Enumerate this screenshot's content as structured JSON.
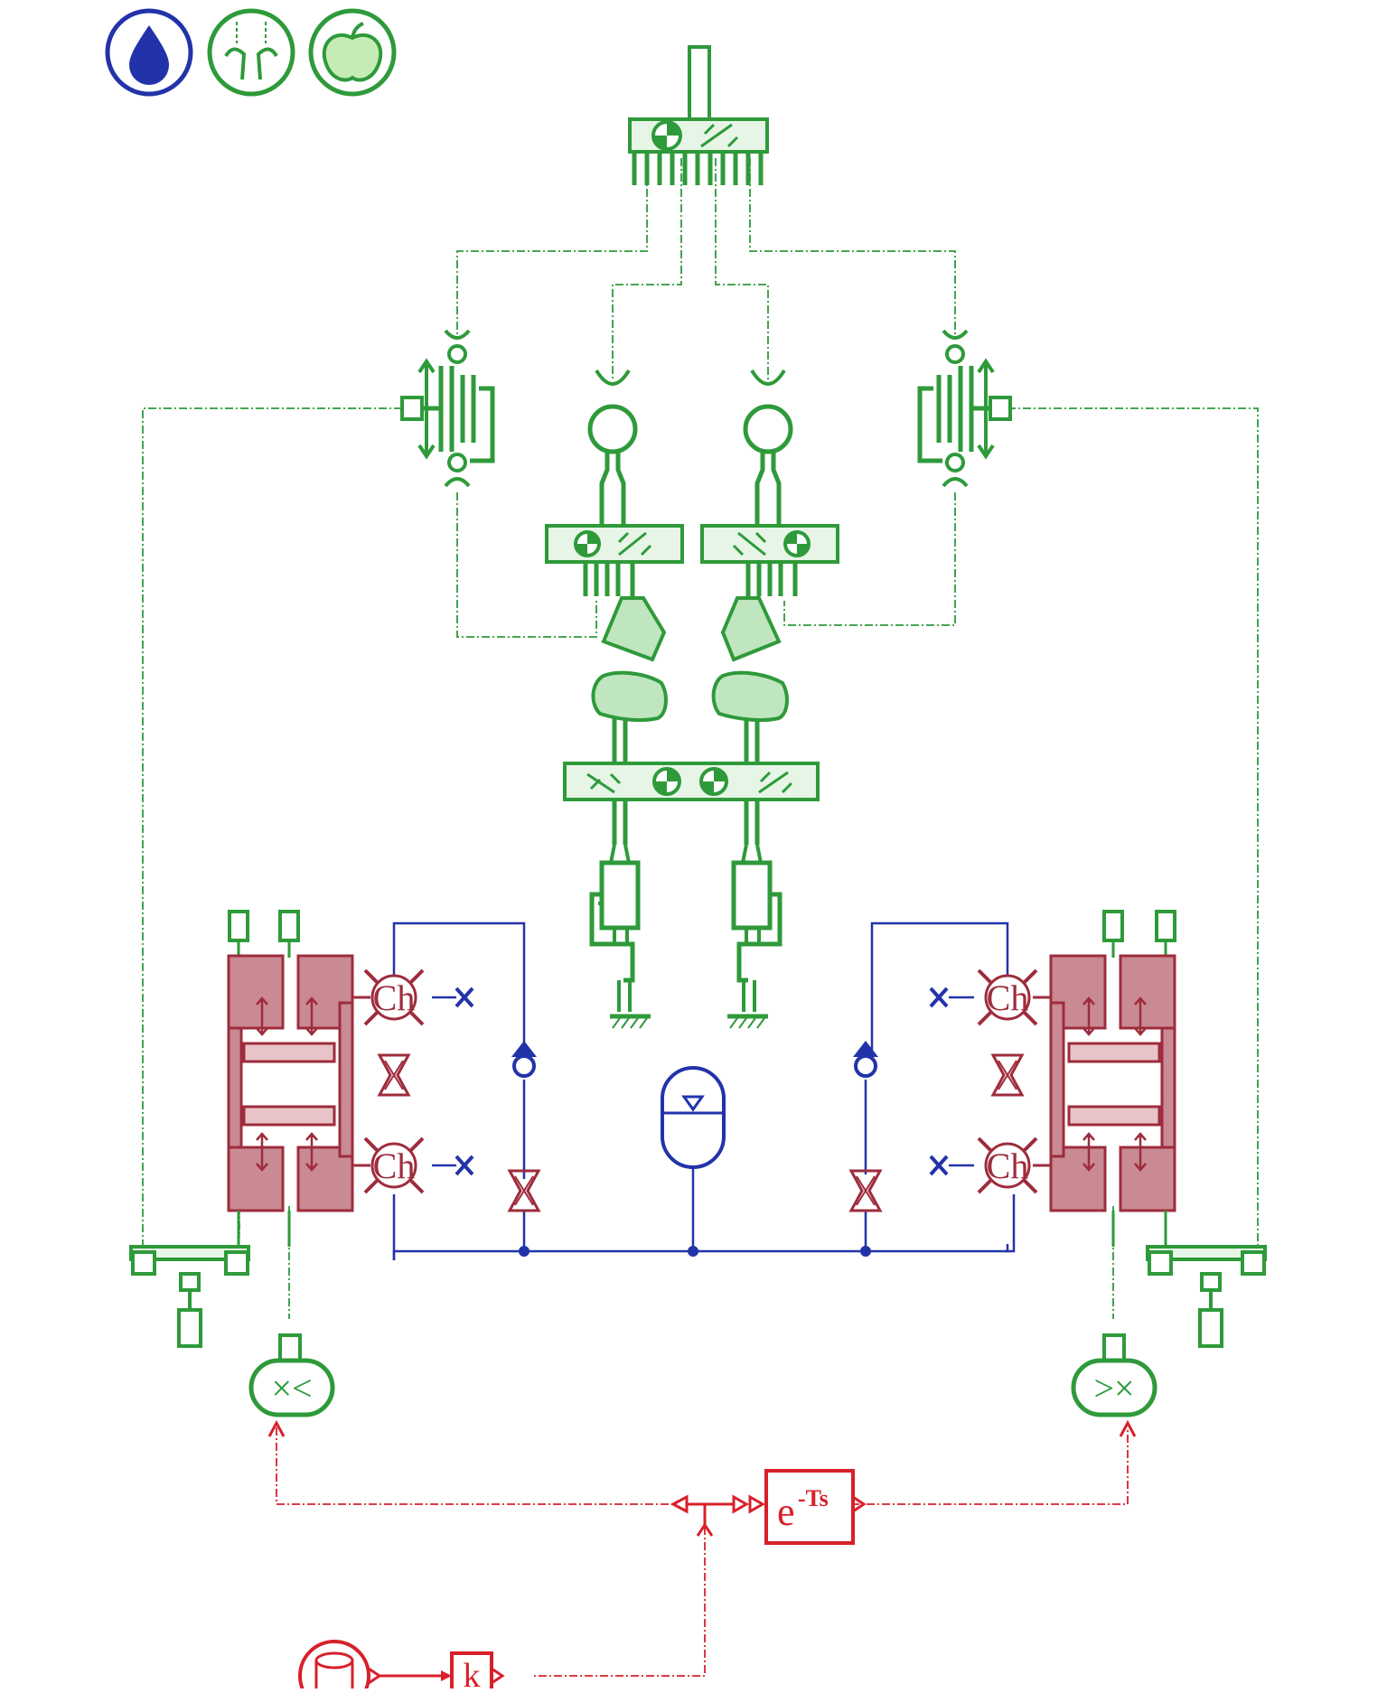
{
  "colors": {
    "mech": "#2e9a3a",
    "mech_fill": "#bfe6bf",
    "hydraulic": "#2233aa",
    "thermal": "#9e2c3c",
    "thermal_fill": "#c98a93",
    "signal": "#d8202a"
  },
  "icons": [
    "hydraulic-drop-icon",
    "mechanical-hands-icon",
    "apple-library-icon"
  ],
  "labels": {
    "chamber_symbol": "Ch",
    "delay_base": "e",
    "delay_exp": "-Ts",
    "gain": "k",
    "comparator_left": "×<",
    "comparator_right": ">×"
  }
}
